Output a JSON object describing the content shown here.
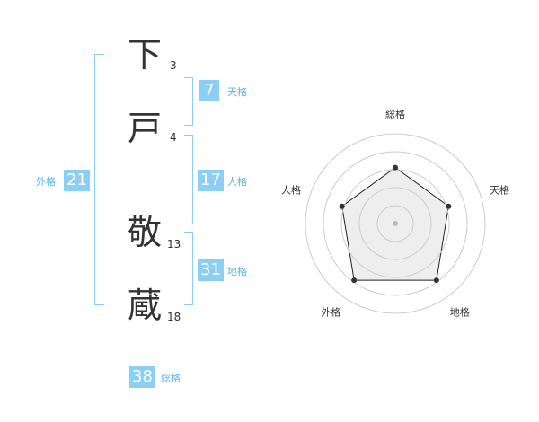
{
  "name": {
    "chars": [
      {
        "char": "下",
        "strokes": "3"
      },
      {
        "char": "戸",
        "strokes": "4"
      },
      {
        "char": "敬",
        "strokes": "13"
      },
      {
        "char": "蔵",
        "strokes": "18"
      }
    ]
  },
  "fortunes": {
    "tenkaku": {
      "value": "7",
      "label": "天格"
    },
    "jinkaku": {
      "value": "17",
      "label": "人格"
    },
    "chikaku": {
      "value": "31",
      "label": "地格"
    },
    "gaikaku": {
      "value": "21",
      "label": "外格"
    },
    "soukaku": {
      "value": "38",
      "label": "総格"
    }
  },
  "colors": {
    "accent": "#8ccff5",
    "accent_text": "#58b8ec",
    "text": "#333333",
    "grid": "#cccccc",
    "fill": "#eeeeee"
  },
  "chart_data": {
    "type": "radar",
    "axes": [
      "総格",
      "天格",
      "地格",
      "外格",
      "人格"
    ],
    "levels": 5,
    "values": [
      4,
      4,
      5,
      5,
      4
    ],
    "max": 5
  }
}
